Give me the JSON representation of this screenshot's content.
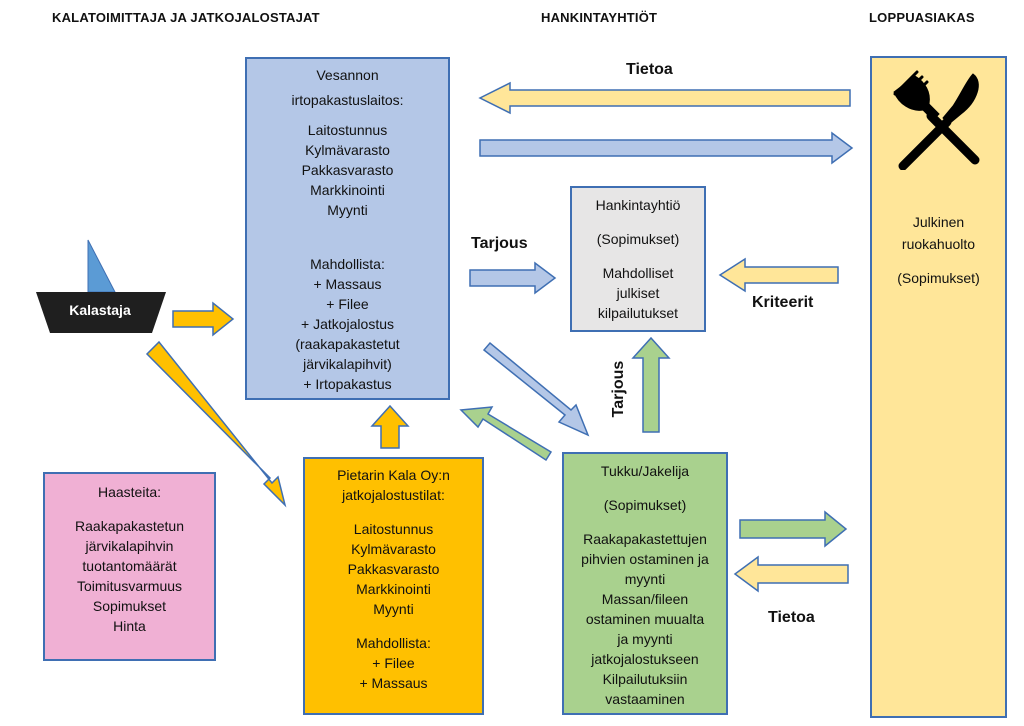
{
  "headers": {
    "left": "KALATOIMITTAJA JA JATKOJALOSTAJAT",
    "middle": "HANKINTAYHTIÖT",
    "right": "LOPPUASIAKAS"
  },
  "boat": {
    "label": "Kalastaja"
  },
  "vesanto": {
    "title": [
      "Vesannon",
      "irtopakastuslaitos:"
    ],
    "items": [
      "Laitostunnus",
      "Kylmävarasto",
      "Pakkasvarasto",
      "Markkinointi",
      "Myynti"
    ],
    "possible_title": "Mahdollista:",
    "possible": [
      "+ Massaus",
      "+ Filee",
      "+ Jatkojalostus",
      "(raakapakastetut",
      "järvikalapihvit)",
      "+ Irtopakastus"
    ]
  },
  "hankinta": {
    "title": "Hankintayhtiö",
    "contracts": "(Sopimukset)",
    "lines": [
      "Mahdolliset",
      "julkiset",
      "kilpailutukset"
    ]
  },
  "haasteita": {
    "title": "Haasteita:",
    "items": [
      "Raakapakastetun",
      "järvikalapihvin",
      "tuotantomäärät",
      "Toimitusvarmuus",
      "Sopimukset",
      "Hinta"
    ]
  },
  "pietari": {
    "title": [
      "Pietarin Kala Oy:n",
      "jatkojalostustilat:"
    ],
    "items": [
      "Laitostunnus",
      "Kylmävarasto",
      "Pakkasvarasto",
      "Markkinointi",
      "Myynti"
    ],
    "possible_title": "Mahdollista:",
    "possible": [
      "+ Filee",
      "+ Massaus"
    ]
  },
  "tukku": {
    "title": "Tukku/Jakelija",
    "contracts": "(Sopimukset)",
    "lines": [
      "Raakapakastettujen",
      "pihvien ostaminen ja",
      "myynti",
      "Massan/fileen",
      "ostaminen muualta",
      "ja myynti",
      "jatkojalostukseen",
      "Kilpailutuksiin",
      "vastaaminen"
    ]
  },
  "loppuasiakas": {
    "icon": "fork-knife-icon",
    "lines": [
      "Julkinen",
      "ruokahuolto"
    ],
    "contracts": "(Sopimukset)"
  },
  "labels": {
    "tietoa_top": "Tietoa",
    "tarjous_mid": "Tarjous",
    "kriteerit": "Kriteerit",
    "tarjous_vertical": "Tarjous",
    "tietoa_bottom": "Tietoa"
  },
  "colors": {
    "blue_fill": "#b4c7e7",
    "blue_border": "#3f6fb3",
    "yellow_fill": "#ffc000",
    "light_yellow": "#ffe699",
    "green_fill": "#a9d18e",
    "grey_fill": "#e7e6e6",
    "pink_fill": "#f0b0d4",
    "boat_hull": "#1f1f1f",
    "sail": "#5b9bd5"
  }
}
